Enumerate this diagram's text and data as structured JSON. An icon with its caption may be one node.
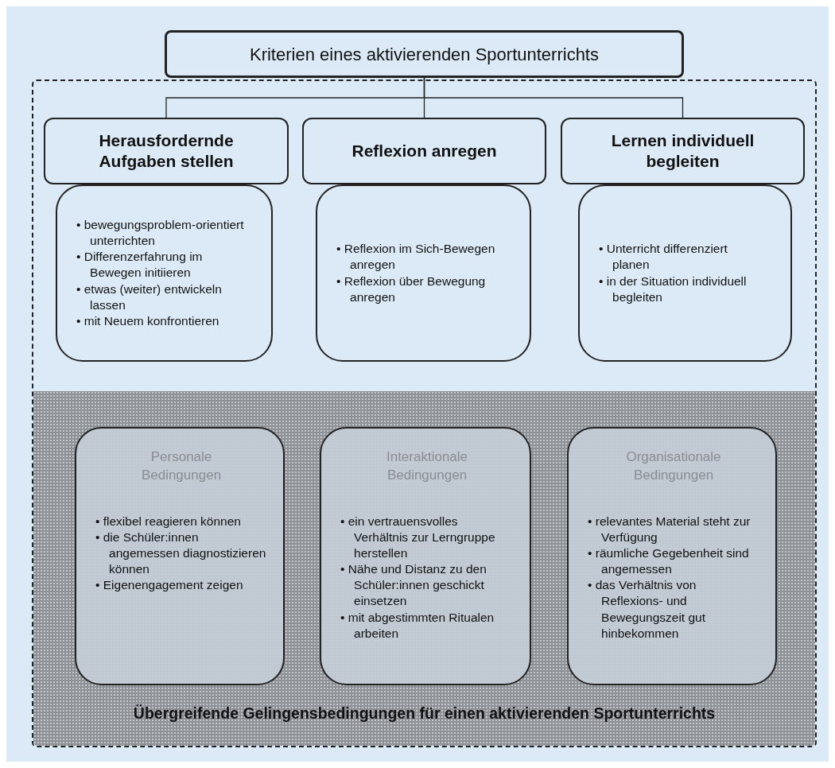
{
  "diagram": {
    "nodes": [
      {
        "text": [
          "Kriterien eines aktivierenden Sportunterrichts"
        ]
      },
      {
        "text": [
          "Herausfordernde Aufgaben stellen"
        ]
      },
      {
        "text": [
          "• bewegungsproblem-orientiert unterrichten",
          "• Differenzerfahrung im Bewegen initiieren",
          "• etwas (weiter) entwickeln lassen",
          "• mit Neuem konfrontieren"
        ]
      },
      {
        "text": [
          "Reflexion anregen"
        ]
      },
      {
        "text": [
          "• Reflexion im Sich-Bewegen anregen",
          "• Reflexion über Bewegung anregen"
        ]
      },
      {
        "text": [
          "Lernen individuell begleiten"
        ]
      },
      {
        "text": [
          "• Unterricht differenziert planen",
          "• in der Situation individuell begleiten"
        ]
      },
      {
        "text": [
          "Übergreifende Gelingensbedingungen für einen aktivierenden Sportunterrichts"
        ]
      },
      {
        "text": [
          "Personale Bedingungen",
          "• flexibel reagieren können",
          "• die Schüler:innen angemessen diagnostizieren können",
          "• Eigenengagement zeigen"
        ],
        "in": 7
      },
      {
        "text": [
          "Interaktionale Bedingungen",
          "• ein vertrauensvolles Verhältnis zur Lerngruppe herstellen",
          "• Nähe und Distanz zu den Schüler:innen geschickt einsetzen",
          "• mit abgestimmten Ritualen arbeiten"
        ],
        "in": 7
      },
      {
        "text": [
          "Organisationale Bedingungen",
          "• relevantes Material steht zur Verfügung",
          "• räumliche Gegebenheit sind angemessen",
          "• das Verhältnis von Reflexions- und Bewegungszeit gut hinbekommen"
        ],
        "in": 7
      }
    ],
    "edges": [
      {
        "from": 0,
        "to": 1,
        "arrow": "none"
      },
      {
        "from": 0,
        "to": 3,
        "arrow": "none"
      },
      {
        "from": 0,
        "to": 5,
        "arrow": "none"
      }
    ]
  }
}
